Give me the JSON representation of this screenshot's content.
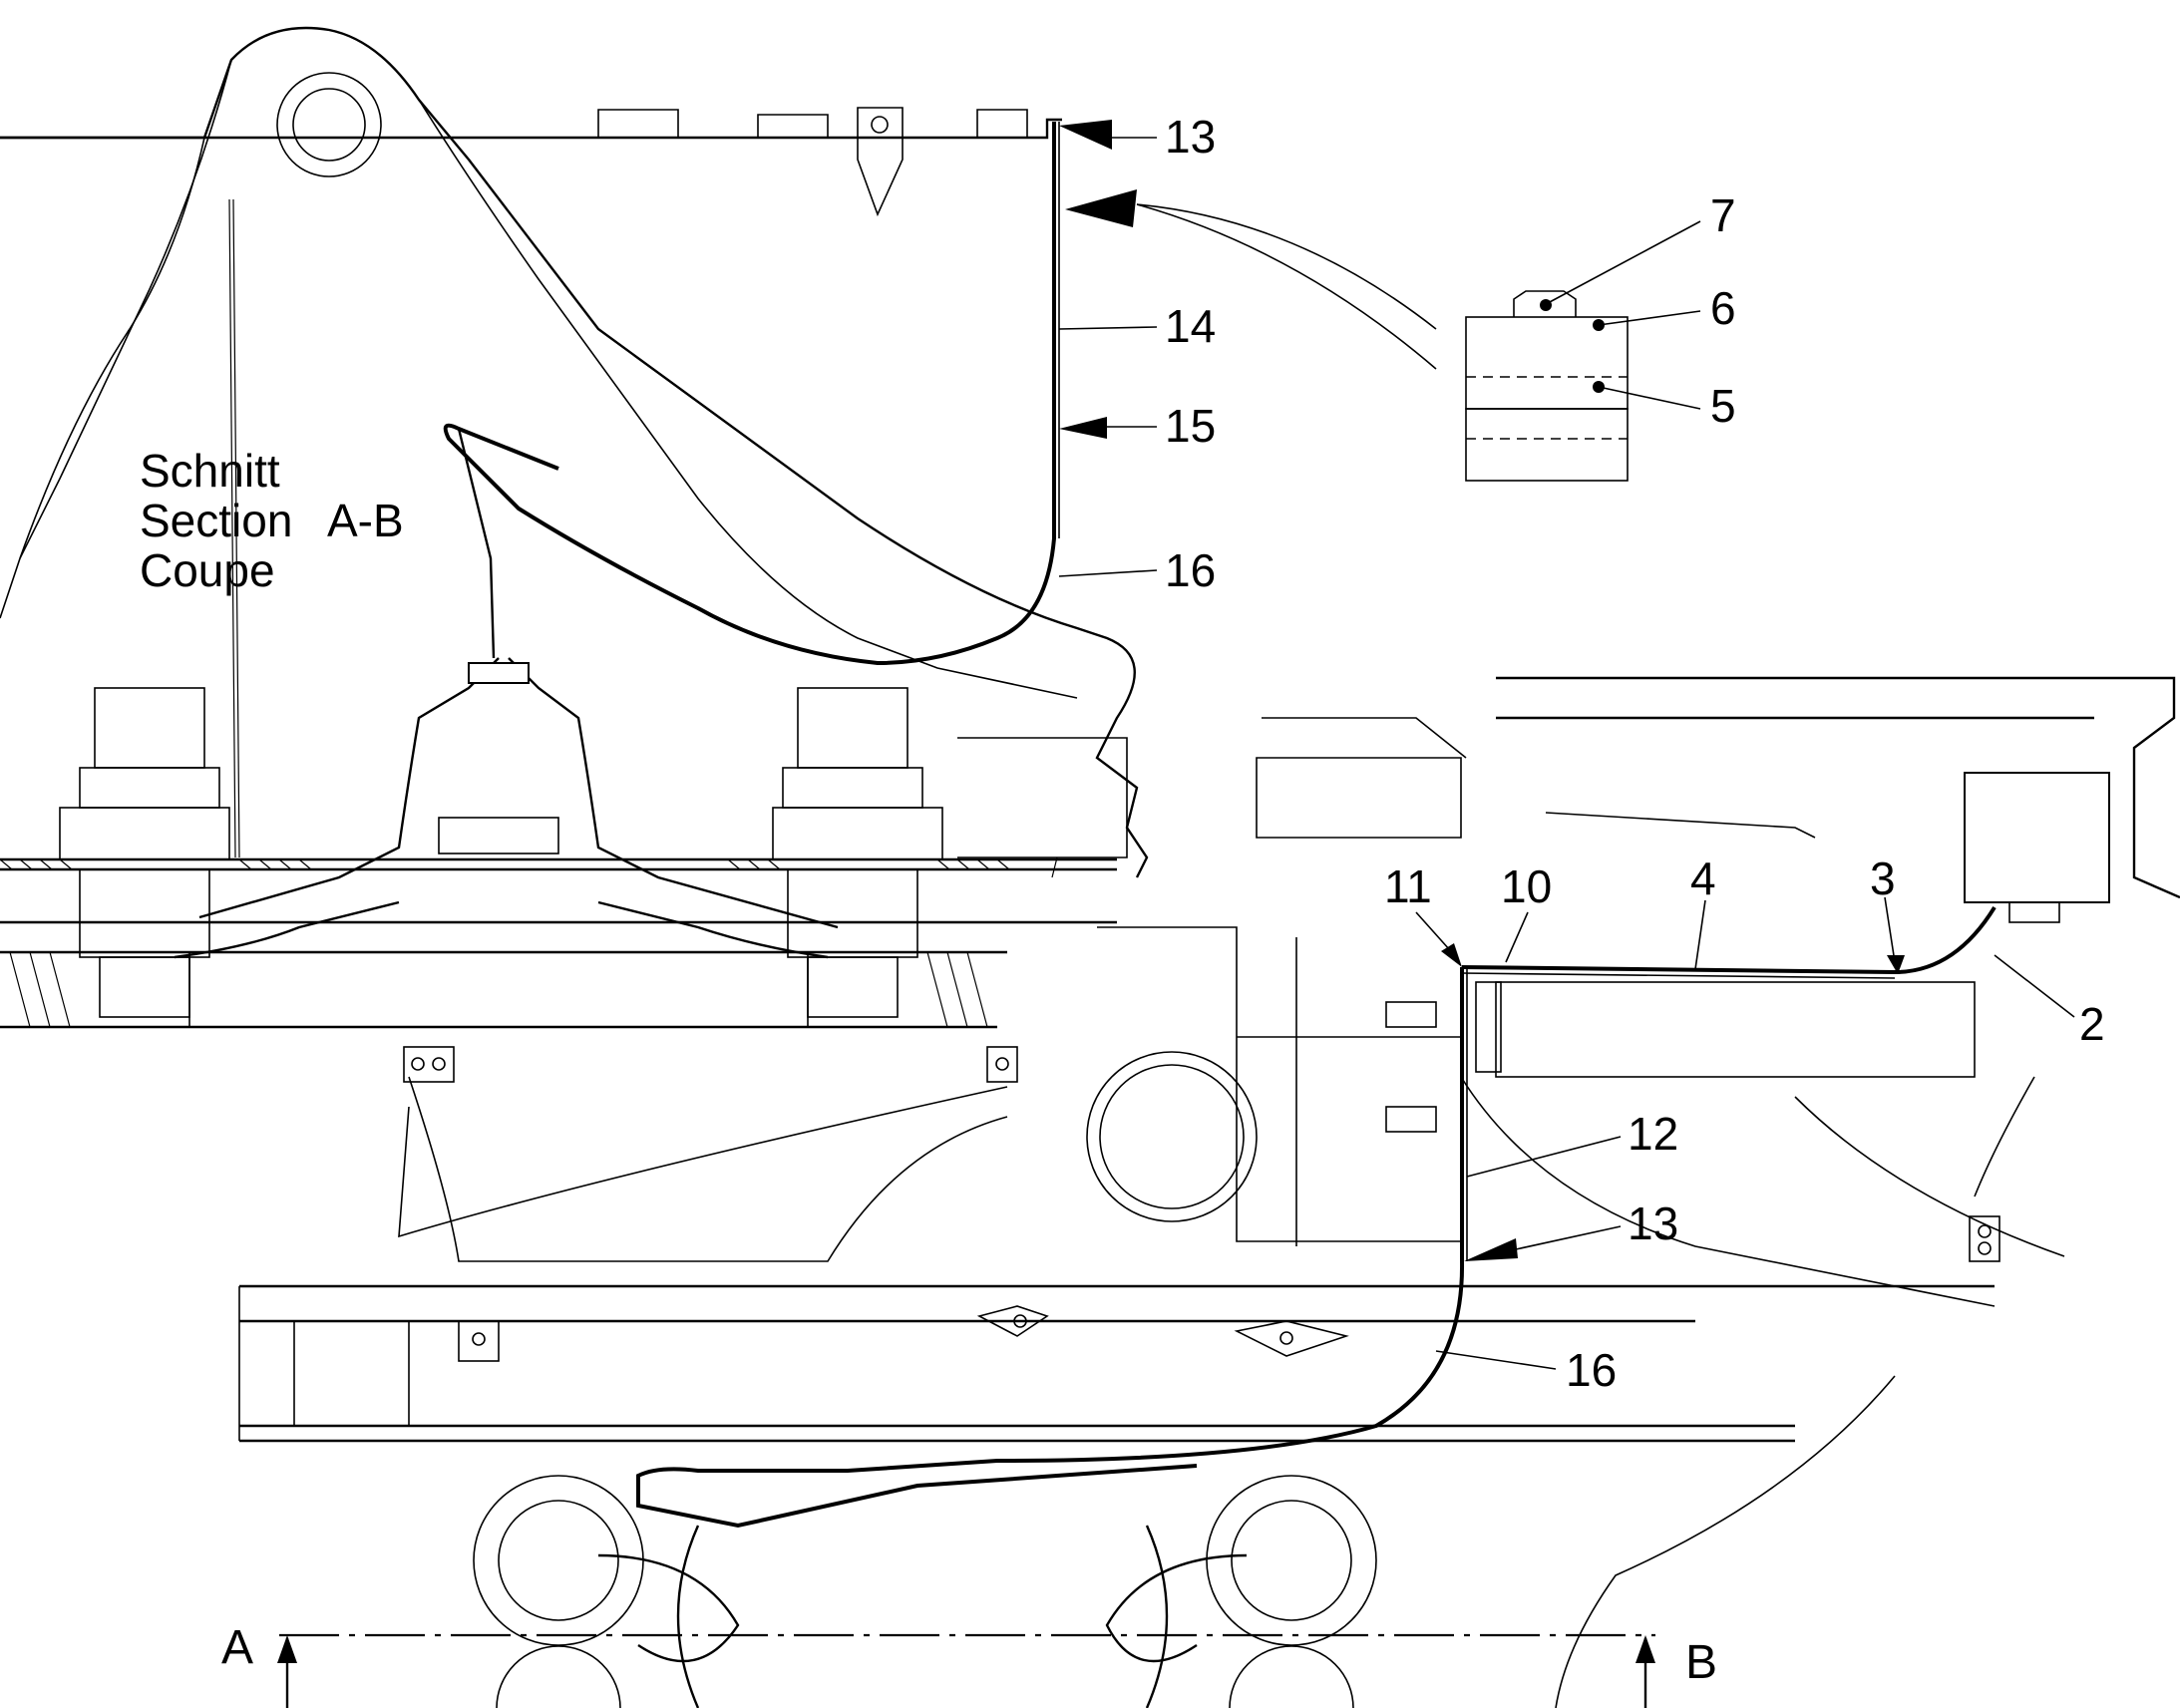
{
  "section_label": {
    "line1": "Schnitt",
    "line2": "Section",
    "line3": "Coupe",
    "section_id": "A-B"
  },
  "callouts": {
    "c13_top": "13",
    "c14": "14",
    "c15": "15",
    "c16_top": "16",
    "c7": "7",
    "c6": "6",
    "c5": "5",
    "c11": "11",
    "c10": "10",
    "c4": "4",
    "c3": "3",
    "c2": "2",
    "c12": "12",
    "c13_bottom": "13",
    "c16_bottom": "16"
  },
  "section_markers": {
    "left": "A",
    "right": "B"
  },
  "icons": {
    "arrow": "leader-arrow-icon",
    "bolt": "bolt-icon",
    "section_arrow": "section-arrow-icon"
  }
}
